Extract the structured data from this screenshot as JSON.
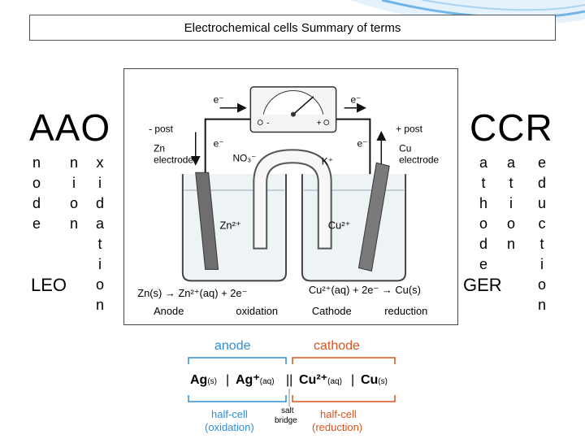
{
  "slide": {
    "title": "Electrochemical cells Summary of terms"
  },
  "left": {
    "acronym": "AAO",
    "columns": [
      [
        "n",
        "o",
        "d",
        "e"
      ],
      [
        "n",
        "i",
        "o",
        "n"
      ],
      [
        "x",
        "i",
        "d",
        "a",
        "t",
        "i",
        "o",
        "n"
      ]
    ],
    "mnemonic": "LEO"
  },
  "right": {
    "acronym": "CCR",
    "columns": [
      [
        "a",
        "t",
        "h",
        "o",
        "d",
        "e"
      ],
      [
        "a",
        "t",
        "i",
        "o",
        "n"
      ],
      [
        "e",
        "d",
        "u",
        "c",
        "t",
        "i",
        "o",
        "n"
      ]
    ],
    "mnemonic": "GER"
  },
  "diagram": {
    "e_top_left": "e⁻",
    "e_top_right": "e⁻",
    "e_left_inner": "e⁻",
    "e_right_inner": "e⁻",
    "minus_post": "- post",
    "zn_electrode_1": "Zn",
    "zn_electrode_2": "electrode",
    "plus_post": "+ post",
    "cu_electrode_1": "Cu",
    "cu_electrode_2": "electrode",
    "no3": "NO₃⁻",
    "kplus": "K⁺",
    "zn_ion": "Zn²⁺",
    "cu_ion": "Cu²⁺",
    "anode_eq": "Zn(s) → Zn²⁺(aq) + 2e⁻",
    "cathode_eq": "Cu²⁺(aq) + 2e⁻ → Cu(s)",
    "anode_label": "Anode",
    "oxidation_label": "oxidation",
    "cathode_label": "Cathode",
    "reduction_label": "reduction"
  },
  "notation": {
    "anode": "anode",
    "cathode": "cathode",
    "ag_s": "Ag",
    "ag_s_sub": "(s)",
    "ag_ion": "Ag⁺",
    "ag_ion_sub": "(aq)",
    "cu_ion": "Cu²⁺",
    "cu_ion_sub": "(aq)",
    "cu_s": "Cu",
    "cu_s_sub": "(s)",
    "salt1": "salt",
    "salt2": "bridge",
    "half_left_1": "half-cell",
    "half_left_2": "(oxidation)",
    "half_right_1": "half-cell",
    "half_right_2": "(reduction)"
  },
  "colors": {
    "anode_blue": "#2f8fd8",
    "cathode_orange": "#d9531e",
    "swoosh": "#6fb6e8"
  }
}
